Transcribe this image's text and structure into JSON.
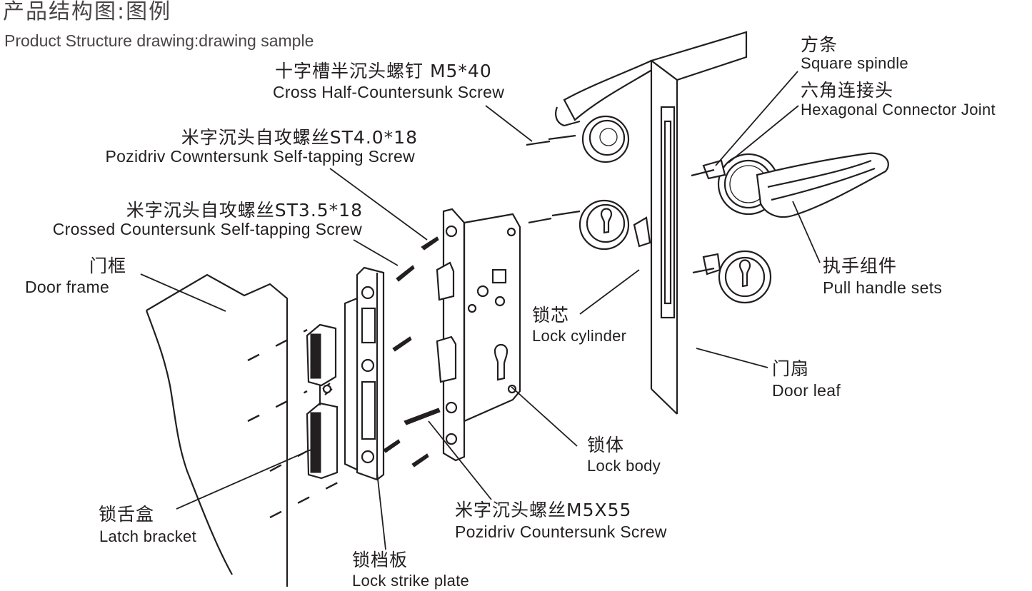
{
  "title": {
    "zh": "产品结构图:图例",
    "en": "Product Structure drawing:drawing sample"
  },
  "labels": {
    "screw_m5x40": {
      "zh": "十字槽半沉头螺钉 M5*40",
      "en": "Cross Half-Countersunk Screw"
    },
    "screw_st40": {
      "zh": "米字沉头自攻螺丝ST4.0*18",
      "en": "Pozidriv Cowntersunk Self-tapping Screw"
    },
    "screw_st35": {
      "zh": "米字沉头自攻螺丝ST3.5*18",
      "en": "Crossed Countersunk Self-tapping Screw"
    },
    "door_frame": {
      "zh": "门框",
      "en": "Door  frame"
    },
    "square_spindle": {
      "zh": "方条",
      "en": "Square spindle"
    },
    "hex_connector": {
      "zh": "六角连接头",
      "en": "Hexagonal  Connector Joint"
    },
    "pull_handle": {
      "zh": "执手组件",
      "en": "Pull handle sets"
    },
    "lock_cylinder": {
      "zh": "锁芯",
      "en": "Lock  cylinder"
    },
    "door_leaf": {
      "zh": "门扇",
      "en": "Door  leaf"
    },
    "lock_body": {
      "zh": "锁体",
      "en": "Lock  body"
    },
    "screw_m5x55": {
      "zh": "米字沉头螺丝M5X55",
      "en": "Pozidriv Countersunk Screw"
    },
    "latch_bracket": {
      "zh": "锁舌盒",
      "en": "Latch bracket"
    },
    "strike_plate": {
      "zh": "锁档板",
      "en": "Lock  strike  plate"
    }
  },
  "colors": {
    "ink": "#231f20",
    "title_ink": "#4a4546",
    "background": "#ffffff"
  }
}
